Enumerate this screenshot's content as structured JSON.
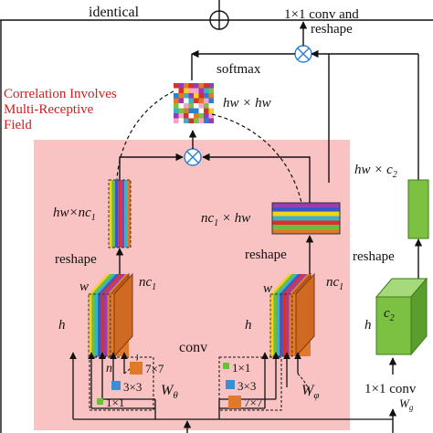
{
  "labels": {
    "identical": "identical",
    "conv1x1_reshape_l1": "1×1 conv and",
    "conv1x1_reshape_l2": "reshape",
    "softmax": "softmax",
    "correlation_l1": "Correlation Involves",
    "correlation_l2": "Multi-Receptive",
    "correlation_l3": "Field",
    "hw_hw": "hw × hw",
    "hw_c2": "hw × c",
    "hw_c2_sub": "2",
    "hw_nc1": "hw×nc",
    "hw_nc1_sub": "1",
    "nc1_hw": "nc",
    "nc1_hw_sub": "1",
    "nc1_hw_tail": " × hw",
    "reshape_left": "reshape",
    "reshape_mid": "reshape",
    "reshape_right": "reshape",
    "w_left": "w",
    "w_mid": "w",
    "nc1_left": "nc",
    "nc1_left_sub": "1",
    "nc1_mid": "nc",
    "nc1_mid_sub": "1",
    "h_left": "h",
    "h_mid": "h",
    "h_right": "h",
    "c2": "c",
    "c2_sub": "2",
    "conv": "conv",
    "n": "n",
    "k7_left": "7×7",
    "k3_left": "3×3",
    "k1_left": "1×1",
    "k1_mid": "1×1",
    "k3_mid": "3×3",
    "k7_mid": "7×7",
    "w_theta": "W",
    "w_theta_sub": "θ",
    "w_phi": "W",
    "w_phi_sub": "φ",
    "conv1x1_right": "1×1 conv",
    "w_g": "W",
    "w_g_sub": "g"
  },
  "colors": {
    "panel": "#f9c3c3",
    "orange": "#e07a2a",
    "green": "#7dc143",
    "blue_circle": "#2a7fd4",
    "red_label": "#cc1f1f",
    "stripes": [
      "#f2d21c",
      "#6bbf3a",
      "#3a56c8",
      "#d6322d",
      "#9b3bb3",
      "#34b4c4",
      "#e07a2a"
    ]
  },
  "icons": [
    "plus-circle-icon",
    "multiply-circle-icon"
  ]
}
